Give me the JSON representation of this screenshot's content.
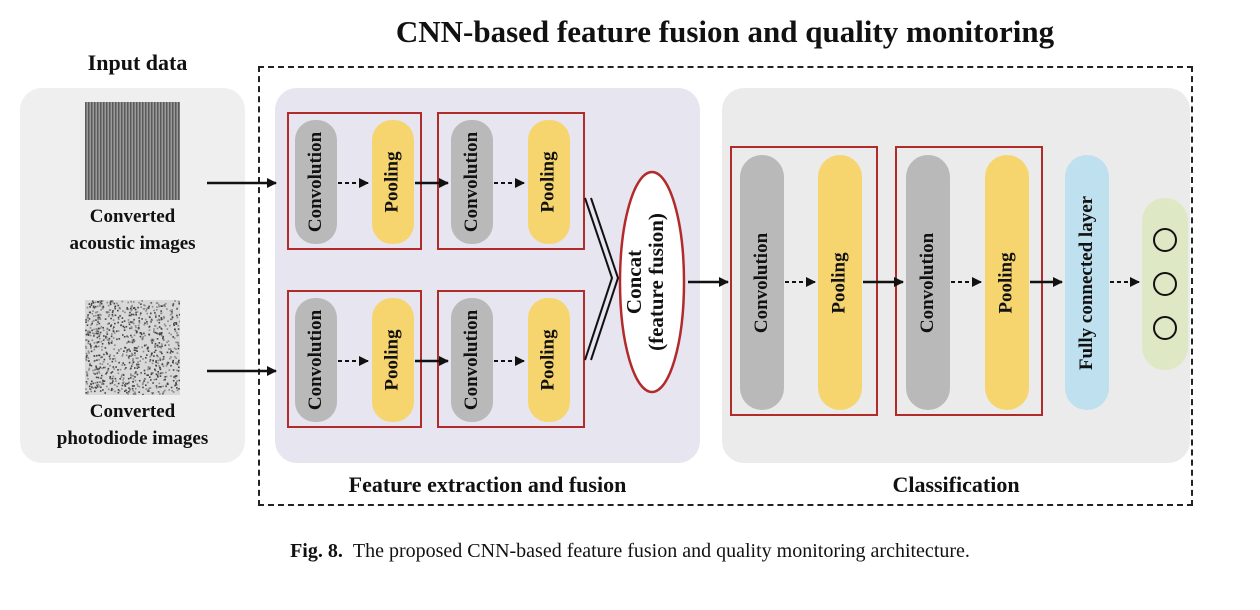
{
  "title": "CNN-based feature fusion and quality monitoring",
  "input": {
    "title": "Input data",
    "acoustic_label_1": "Converted",
    "acoustic_label_2": "acoustic images",
    "photo_label_1": "Converted",
    "photo_label_2": "photodiode images"
  },
  "feature_extraction": {
    "label": "Feature extraction and fusion",
    "conv": "Convolution",
    "pool": "Pooling",
    "concat_1": "Concat",
    "concat_2": "(feature fusion)"
  },
  "classification": {
    "label": "Classification",
    "conv": "Convolution",
    "pool": "Pooling",
    "fc": "Fully connected layer"
  },
  "caption": {
    "prefix": "Fig. 8.",
    "text": "The proposed CNN-based feature fusion and quality monitoring architecture."
  },
  "colors": {
    "conv": "#b9b9b9",
    "pool": "#f7d56e",
    "fc": "#bfe0ee",
    "output": "#dfe8c5",
    "box_border": "#b22b2b"
  }
}
